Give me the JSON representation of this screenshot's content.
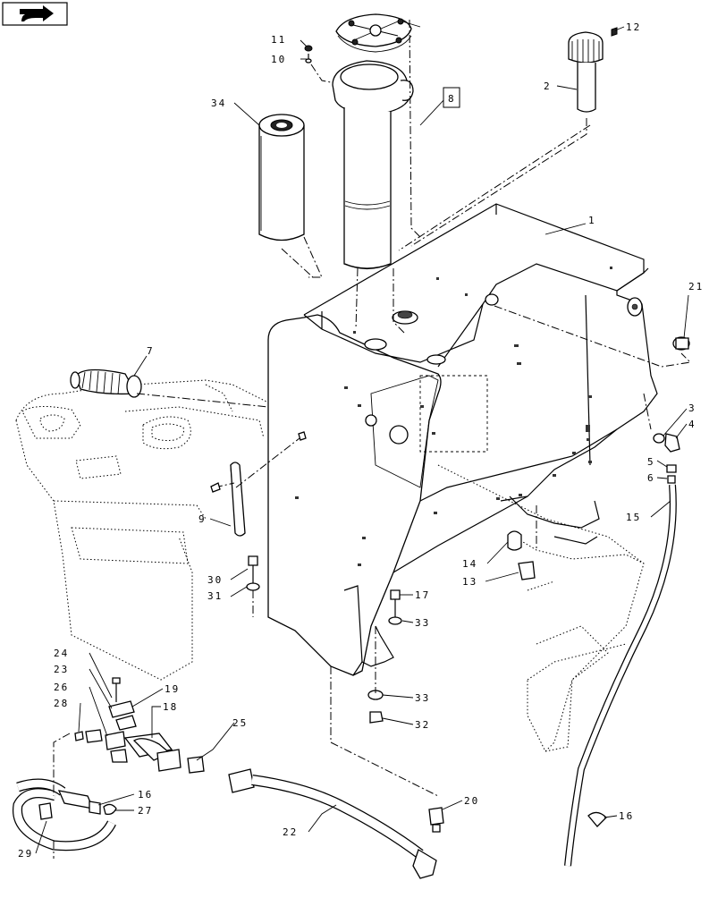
{
  "nav": {
    "icon": "arrow-icon"
  },
  "callouts": [
    {
      "id": "c1",
      "label": "1"
    },
    {
      "id": "c2",
      "label": "2"
    },
    {
      "id": "c3",
      "label": "3"
    },
    {
      "id": "c4",
      "label": "4"
    },
    {
      "id": "c5",
      "label": "5"
    },
    {
      "id": "c6",
      "label": "6"
    },
    {
      "id": "c7",
      "label": "7"
    },
    {
      "id": "c8",
      "label": "8"
    },
    {
      "id": "c9",
      "label": "9"
    },
    {
      "id": "c10",
      "label": "10"
    },
    {
      "id": "c11",
      "label": "11"
    },
    {
      "id": "c12",
      "label": "12"
    },
    {
      "id": "c13",
      "label": "13"
    },
    {
      "id": "c14",
      "label": "14"
    },
    {
      "id": "c15",
      "label": "15"
    },
    {
      "id": "c16a",
      "label": "16"
    },
    {
      "id": "c16b",
      "label": "16"
    },
    {
      "id": "c17",
      "label": "17"
    },
    {
      "id": "c18",
      "label": "18"
    },
    {
      "id": "c19",
      "label": "19"
    },
    {
      "id": "c20",
      "label": "20"
    },
    {
      "id": "c21",
      "label": "21"
    },
    {
      "id": "c22",
      "label": "22"
    },
    {
      "id": "c23",
      "label": "23"
    },
    {
      "id": "c24",
      "label": "24"
    },
    {
      "id": "c25",
      "label": "25"
    },
    {
      "id": "c26",
      "label": "26"
    },
    {
      "id": "c27",
      "label": "27"
    },
    {
      "id": "c28",
      "label": "28"
    },
    {
      "id": "c29",
      "label": "29"
    },
    {
      "id": "c30",
      "label": "30"
    },
    {
      "id": "c31",
      "label": "31"
    },
    {
      "id": "c32",
      "label": "32"
    },
    {
      "id": "c33a",
      "label": "33"
    },
    {
      "id": "c33b",
      "label": "33"
    },
    {
      "id": "c34",
      "label": "34"
    }
  ]
}
